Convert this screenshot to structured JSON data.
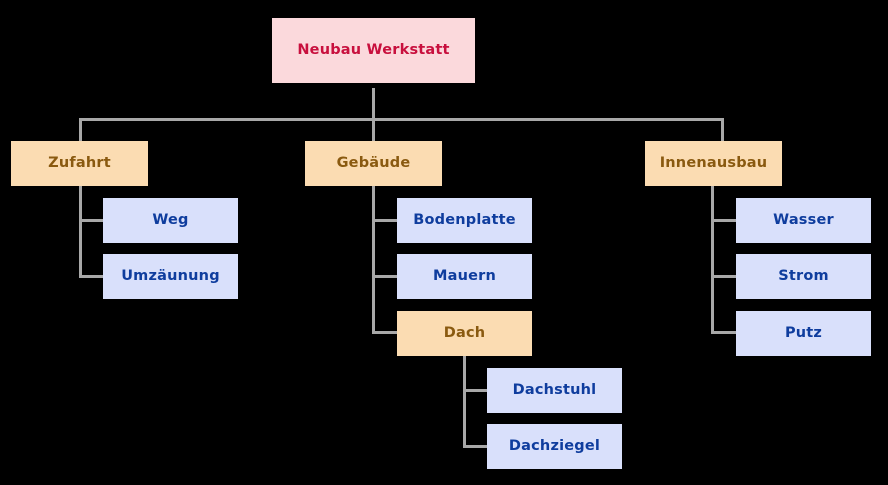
{
  "diagram": {
    "type": "tree",
    "title_text": "Neubau Werkstatt",
    "orientation": "top-down-then-left-right",
    "background_color": "#000000",
    "connector_color": "#A8A8A8",
    "palette": {
      "root_fill": "#FBD9DC",
      "root_text": "#C8103E",
      "branch_fill": "#FBDCB2",
      "branch_text": "#8A5A10",
      "leaf_fill": "#D9E0FB",
      "leaf_text": "#0F3D9E"
    },
    "nodes": {
      "root": {
        "label": "Neubau Werkstatt"
      },
      "zufahrt": {
        "label": "Zufahrt"
      },
      "gebaeude": {
        "label": "Gebäude"
      },
      "innenausbau": {
        "label": "Innenausbau"
      },
      "weg": {
        "label": "Weg"
      },
      "umzaeunung": {
        "label": "Umzäunung"
      },
      "bodenplatte": {
        "label": "Bodenplatte"
      },
      "mauern": {
        "label": "Mauern"
      },
      "dach": {
        "label": "Dach"
      },
      "dachstuhl": {
        "label": "Dachstuhl"
      },
      "dachziegel": {
        "label": "Dachziegel"
      },
      "wasser": {
        "label": "Wasser"
      },
      "strom": {
        "label": "Strom"
      },
      "putz": {
        "label": "Putz"
      }
    }
  }
}
